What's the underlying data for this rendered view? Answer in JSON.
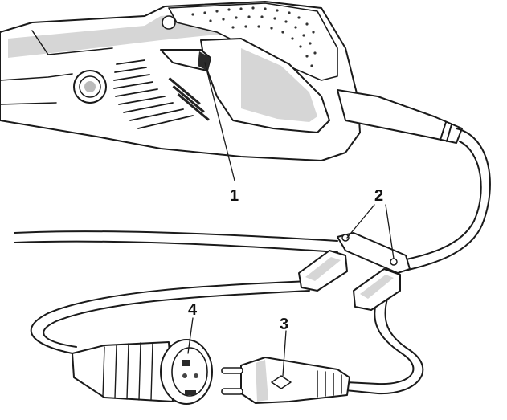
{
  "callouts": [
    {
      "id": "1",
      "label": "1"
    },
    {
      "id": "2",
      "label": "2"
    },
    {
      "id": "3",
      "label": "3"
    },
    {
      "id": "4",
      "label": "4"
    }
  ],
  "colors": {
    "line": "#1a1a1a",
    "shade": "#d6d6d6",
    "background": "#ffffff"
  }
}
